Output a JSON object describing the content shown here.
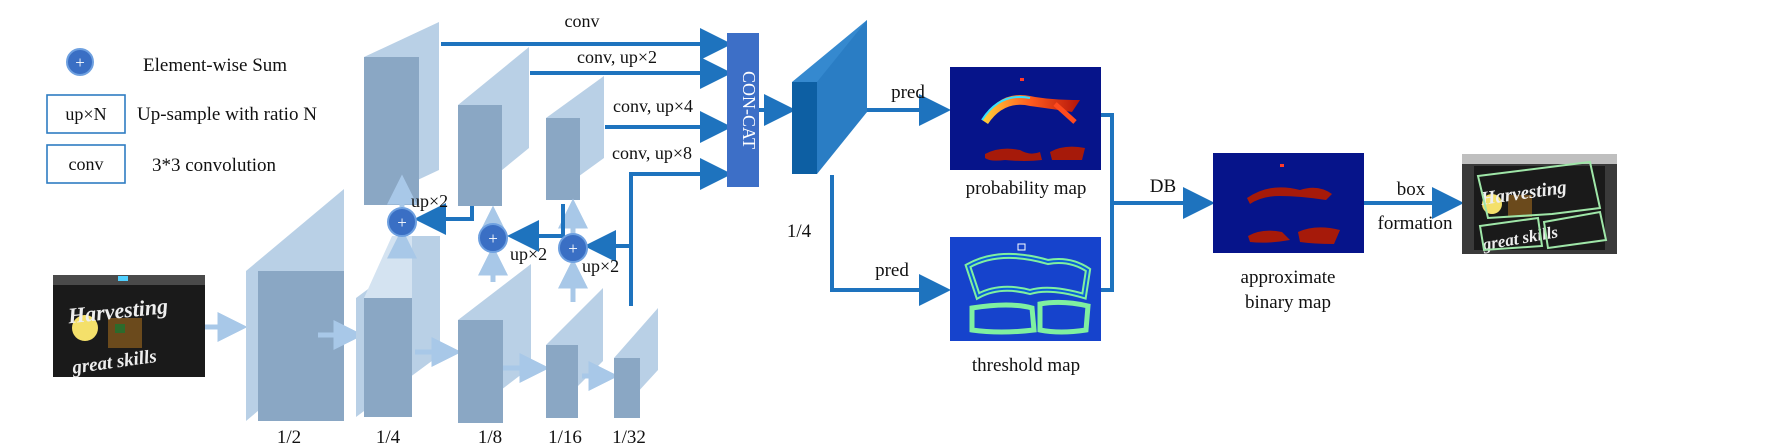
{
  "colors": {
    "background": "#ffffff",
    "arrow_blue": "#1e73be",
    "light_arrow": "#a8c8e8",
    "block_front": "#8aa7c4",
    "block_side": "#b9d0e6",
    "block_top": "#d4e3f1",
    "plus_fill": "#3a6fc4",
    "concat_fill": "#3d6fc7",
    "feature_front": "#0d5fa3",
    "feature_side": "#3589cf",
    "map_navy": "#06148a",
    "blob_red": "#a61a0a"
  },
  "legend": {
    "sum_label": "Element-wise Sum",
    "upsample_box": "up×N",
    "upsample_label": "Up-sample with ratio N",
    "conv_box": "conv",
    "conv_label": "3*3 convolution",
    "plus_symbol": "+"
  },
  "backbone": {
    "scales": [
      "1/2",
      "1/4",
      "1/8",
      "1/16",
      "1/32"
    ]
  },
  "fpn": {
    "merge_labels": [
      "up×2",
      "up×2",
      "up×2"
    ]
  },
  "concat": {
    "label": "CON-CAT",
    "branch_labels": [
      "conv",
      "conv, up×2",
      "conv, up×4",
      "conv, up×8"
    ]
  },
  "feature": {
    "scale": "1/4"
  },
  "heads": {
    "pred_top": "pred",
    "pred_bottom": "pred",
    "probability_caption": "probability map",
    "threshold_caption": "threshold map",
    "db_label": "DB",
    "binary_caption_line1": "approximate",
    "binary_caption_line2": "binary map",
    "box_label_line1": "box",
    "box_label_line2": "formation"
  },
  "images": {
    "input_text_line1": "Harvesting",
    "input_text_line2": "great skills",
    "output_text_line1": "Harvesting",
    "output_text_line2": "great skills"
  }
}
